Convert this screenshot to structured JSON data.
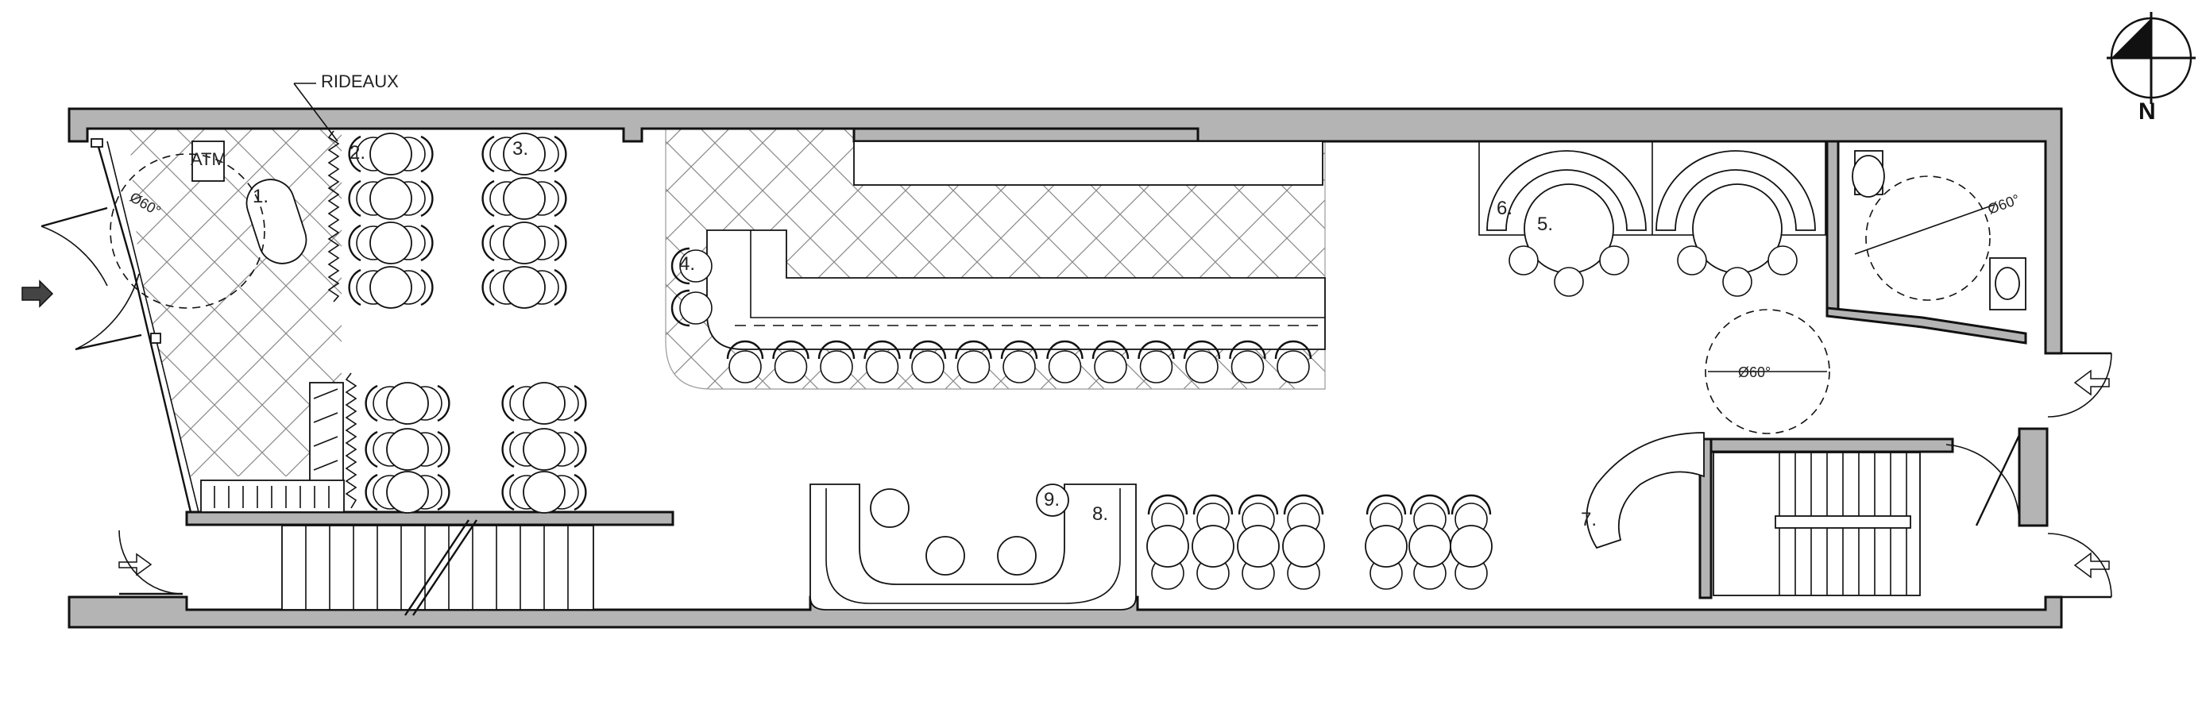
{
  "plan": {
    "curtain_label": "RIDEAUX",
    "atm_label": "ATM",
    "compass_label": "N",
    "zone_labels": [
      "1.",
      "2.",
      "3.",
      "4.",
      "5.",
      "6.",
      "7.",
      "8.",
      "9."
    ],
    "diameter_labels": [
      "Ø60°",
      "Ø60°",
      "Ø60°"
    ]
  }
}
